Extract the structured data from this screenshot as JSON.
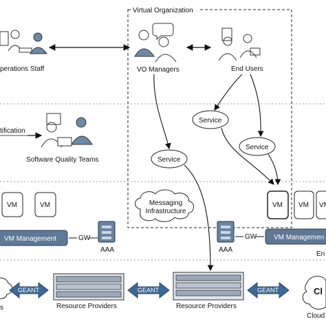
{
  "regions": {
    "virtual_organization": "Virtual Organization",
    "certification_partial": "tification"
  },
  "actors": {
    "operations_staff": "perations Staff",
    "vo_managers": "VO Managers",
    "end_users": "End Users",
    "software_quality_teams": "Software Quality Teams"
  },
  "services": {
    "service_a": "Service",
    "service_b": "Service",
    "service_c": "Service"
  },
  "vms": {
    "left_1": "VM",
    "left_2": "VM",
    "right_1": "VM",
    "right_2": "VM",
    "right_3": "VM"
  },
  "infrastructure": {
    "messaging_line1": "Messaging",
    "messaging_line2": "Infrastructure",
    "vm_management_left": "VM Management",
    "vm_management_right": "VM Managemen",
    "gw_left": "GW",
    "gw_right": "GW",
    "aaa_left": "AAA",
    "aaa_right": "AAA",
    "ena_partial": "En"
  },
  "network": {
    "geant_1": "GEANT",
    "geant_2": "GEANT",
    "geant_3": "GEANT",
    "resource_providers_1": "Resource Providers",
    "resource_providers_2": "Resource Providers",
    "cloud_label": "Cloud",
    "cloud_partial_text": "Cl",
    "left_partial": "s"
  },
  "colors": {
    "vm_management_fill": "#5f7896",
    "geant_arrow": "#3f6893",
    "server_rack": "#6a84a4"
  }
}
